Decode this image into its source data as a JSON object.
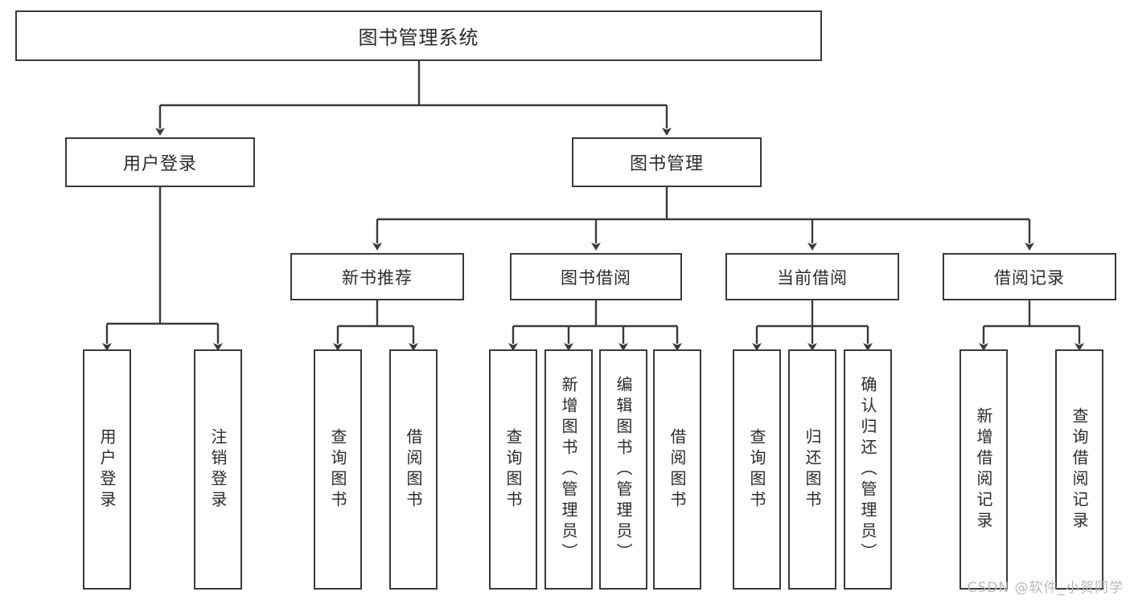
{
  "diagram": {
    "type": "tree-hierarchy-chart",
    "title": "图书管理系统",
    "stroke_color": "#3a3a3a",
    "fill_color": "#ffffff",
    "text_color": "#2b2b2b",
    "root": {
      "label": "图书管理系统"
    },
    "level2": [
      {
        "label": "用户登录"
      },
      {
        "label": "图书管理"
      }
    ],
    "level3": [
      {
        "label": "新书推荐"
      },
      {
        "label": "图书借阅"
      },
      {
        "label": "当前借阅"
      },
      {
        "label": "借阅记录"
      }
    ],
    "leaves": {
      "user_login": [
        {
          "label": "用户登录"
        },
        {
          "label": "注销登录"
        }
      ],
      "new_book_recommend": [
        {
          "label": "查询图书"
        },
        {
          "label": "借阅图书"
        }
      ],
      "book_borrow": [
        {
          "label": "查询图书"
        },
        {
          "label": "新增图书（管理员）"
        },
        {
          "label": "编辑图书（管理员）"
        },
        {
          "label": "借阅图书"
        }
      ],
      "current_borrow": [
        {
          "label": "查询图书"
        },
        {
          "label": "归还图书"
        },
        {
          "label": "确认归还（管理员）"
        }
      ],
      "borrow_record": [
        {
          "label": "新增借阅记录"
        },
        {
          "label": "查询借阅记录"
        }
      ]
    }
  },
  "watermark": {
    "text": "CSDN @软件_小贺同学"
  }
}
